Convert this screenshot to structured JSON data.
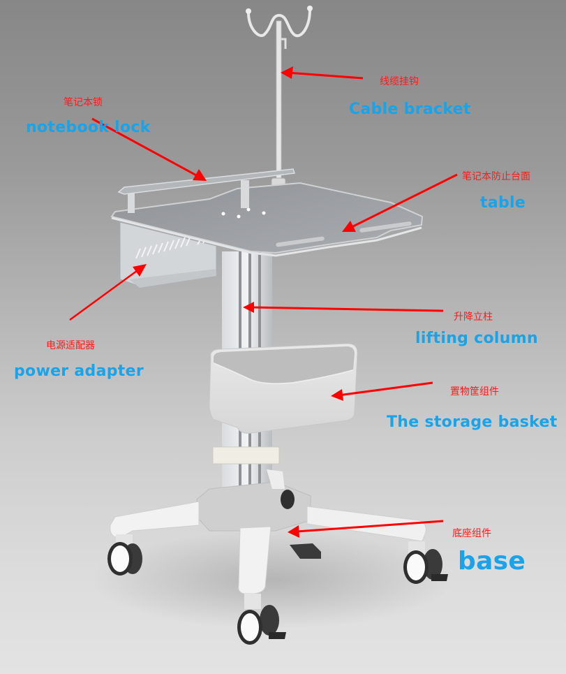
{
  "labels": {
    "cable_bracket": {
      "cn": "线缆挂钩",
      "en": "Cable bracket"
    },
    "notebook_lock": {
      "cn": "笔记本锁",
      "en": "notebook lock"
    },
    "table": {
      "cn": "笔记本防止台面",
      "en": "table"
    },
    "lifting_column": {
      "cn": "升降立柱",
      "en": "lifting column"
    },
    "power_adapter": {
      "cn": "电源适配器",
      "en": "power adapter"
    },
    "storage_basket": {
      "cn": "置物筐组件",
      "en": "The storage basket"
    },
    "base": {
      "cn": "底座组件",
      "en": "base"
    }
  },
  "colors": {
    "label_cn": "#ff1a1a",
    "label_en": "#19a3e8",
    "arrow": "#ff0000",
    "background_top": "#878787",
    "background_bottom": "#e3e3e3"
  }
}
